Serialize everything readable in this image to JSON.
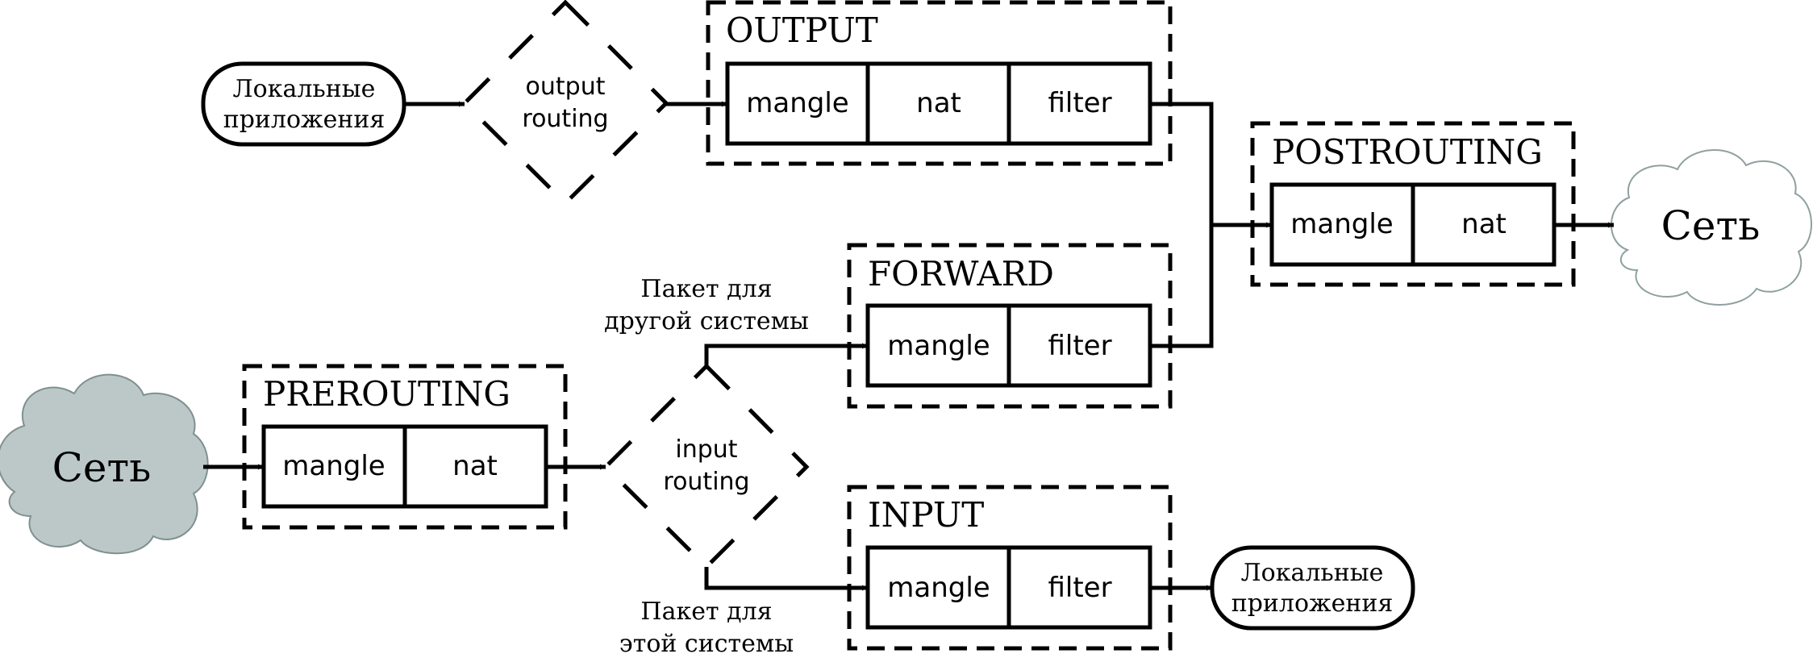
{
  "chains": {
    "output": {
      "title": "OUTPUT",
      "tables": [
        "mangle",
        "nat",
        "filter"
      ]
    },
    "postrouting": {
      "title": "POSTROUTING",
      "tables": [
        "mangle",
        "nat"
      ]
    },
    "forward": {
      "title": "FORWARD",
      "tables": [
        "mangle",
        "filter"
      ]
    },
    "prerouting": {
      "title": "PREROUTING",
      "tables": [
        "mangle",
        "nat"
      ]
    },
    "input": {
      "title": "INPUT",
      "tables": [
        "mangle",
        "filter"
      ]
    }
  },
  "decisions": {
    "output_routing": {
      "line1": "output",
      "line2": "routing"
    },
    "input_routing": {
      "line1": "input",
      "line2": "routing"
    }
  },
  "nodes": {
    "local_apps_top": {
      "line1": "Локальные",
      "line2": "приложения"
    },
    "local_apps_bottom": {
      "line1": "Локальные",
      "line2": "приложения"
    },
    "network_in": {
      "label": "Сеть"
    },
    "network_out": {
      "label": "Сеть"
    }
  },
  "captions": {
    "other_system": {
      "line1": "Пакет для",
      "line2": "другой системы"
    },
    "this_system": {
      "line1": "Пакет для",
      "line2": "этой системы"
    }
  },
  "colors": {
    "stroke": "#000000",
    "cloud_in_fill": "#bcc8c8",
    "cloud_in_stroke": "#7f9090",
    "cloud_out_fill": "#ffffff",
    "cloud_out_stroke": "#8fa0a0"
  }
}
